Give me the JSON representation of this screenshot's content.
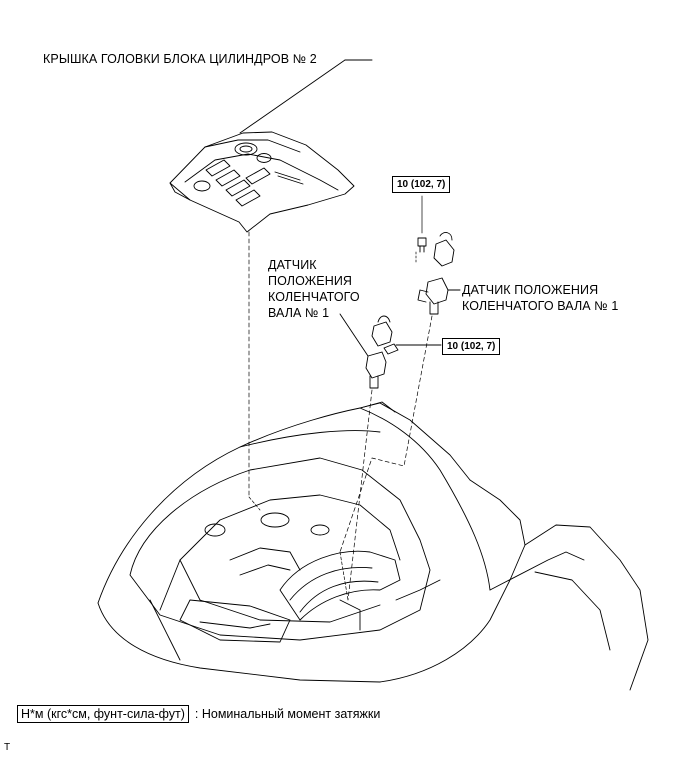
{
  "labels": {
    "cover": "КРЫШКА ГОЛОВКИ БЛОКА ЦИЛИНДРОВ № 2",
    "sensor_left": [
      "ДАТЧИК",
      "ПОЛОЖЕНИЯ",
      "КОЛЕНЧАТОГО",
      "ВАЛА № 1"
    ],
    "sensor_right": [
      "ДАТЧИК ПОЛОЖЕНИЯ",
      "КОЛЕНЧАТОГО ВАЛА № 1"
    ]
  },
  "torque": {
    "top": "10 (102, 7)",
    "middle": "10 (102, 7)"
  },
  "legend": {
    "units": "Н*м (кгс*см, фунт-сила-фут)",
    "description": ": Номинальный момент затяжки"
  },
  "corner_mark": "T"
}
